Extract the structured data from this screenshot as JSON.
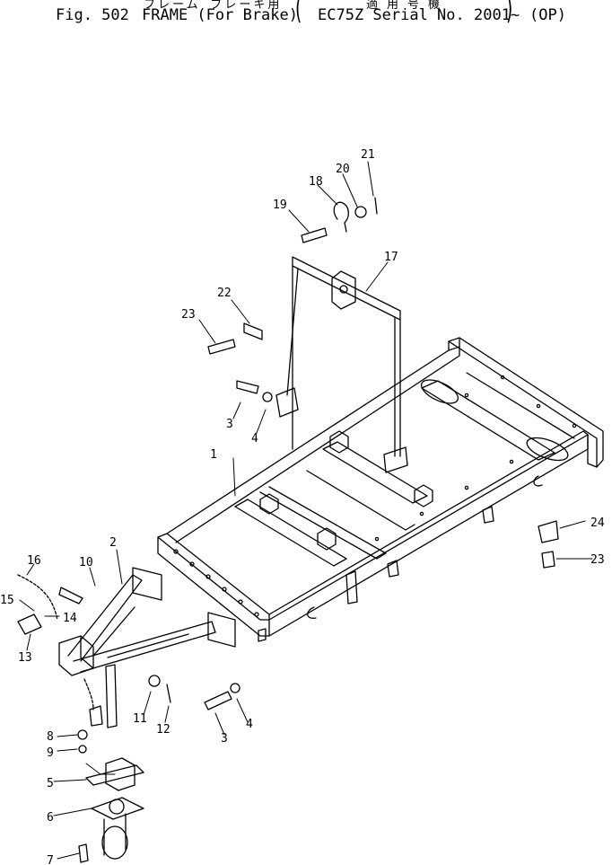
{
  "header": {
    "jp_title": "フレーム ブレーキ用",
    "jp_applicable": "適用号機",
    "fig_no": "Fig. 502",
    "title": "FRAME (For Brake)",
    "serial": "EC75Z Serial No. 2001~",
    "option": "(OP)"
  },
  "callouts": [
    {
      "id": "c1",
      "label": "1"
    },
    {
      "id": "c2",
      "label": "2"
    },
    {
      "id": "c3a",
      "label": "3"
    },
    {
      "id": "c3b",
      "label": "3"
    },
    {
      "id": "c4a",
      "label": "4"
    },
    {
      "id": "c4b",
      "label": "4"
    },
    {
      "id": "c5",
      "label": "5"
    },
    {
      "id": "c6",
      "label": "6"
    },
    {
      "id": "c7",
      "label": "7"
    },
    {
      "id": "c8",
      "label": "8"
    },
    {
      "id": "c9",
      "label": "9"
    },
    {
      "id": "c10",
      "label": "10"
    },
    {
      "id": "c11",
      "label": "11"
    },
    {
      "id": "c12",
      "label": "12"
    },
    {
      "id": "c13",
      "label": "13"
    },
    {
      "id": "c14",
      "label": "14"
    },
    {
      "id": "c15",
      "label": "15"
    },
    {
      "id": "c16",
      "label": "16"
    },
    {
      "id": "c17",
      "label": "17"
    },
    {
      "id": "c18",
      "label": "18"
    },
    {
      "id": "c19",
      "label": "19"
    },
    {
      "id": "c20",
      "label": "20"
    },
    {
      "id": "c21",
      "label": "21"
    },
    {
      "id": "c22",
      "label": "22"
    },
    {
      "id": "c23a",
      "label": "23"
    },
    {
      "id": "c23b",
      "label": "23"
    },
    {
      "id": "c24",
      "label": "24"
    }
  ]
}
